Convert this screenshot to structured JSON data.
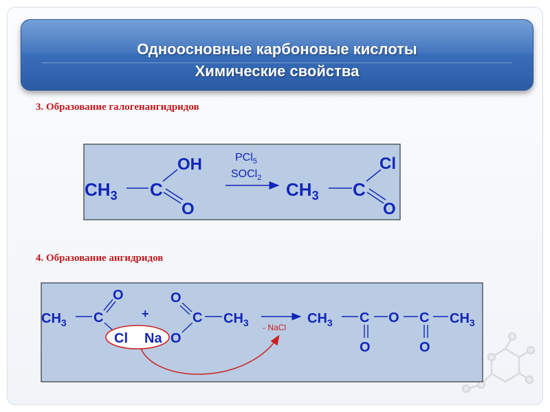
{
  "header": {
    "title_line1": "Одноосновные карбоновые кислоты",
    "title_line2": "Химические свойства"
  },
  "section3": {
    "heading": "3. Образование галогенангидридов",
    "reagent_pcl": "PCl",
    "reagent_pcl_sub": "5",
    "reagent_socl": "SOCl",
    "reagent_socl_sub": "2",
    "left": {
      "ch": "CH",
      "ch_sub": "3",
      "c": "C",
      "oh": "OH",
      "o": "O"
    },
    "right": {
      "ch": "CH",
      "ch_sub": "3",
      "c": "C",
      "cl": "Cl",
      "o": "O"
    }
  },
  "section4": {
    "heading": "4. Образование ангидридов",
    "r1": {
      "ch": "CH",
      "ch_sub": "3",
      "c": "C",
      "o_top": "O",
      "cl": "Cl"
    },
    "plus": "+",
    "r2": {
      "o_top": "O",
      "c": "C",
      "ch": "CH",
      "ch_sub": "3",
      "na": "Na",
      "o": "O"
    },
    "byproduct": "- NaCl",
    "product": {
      "ch1": "CH",
      "ch1_sub": "3",
      "c1": "C",
      "o_mid": "O",
      "c2": "C",
      "ch2": "CH",
      "ch2_sub": "3",
      "o1": "O",
      "o2": "O"
    }
  },
  "colors": {
    "heading": "#c0181c",
    "formula": "#1226b8",
    "box_bg": "#b9cce4",
    "box_border": "#33373d",
    "curve_arrow": "#cc1f1f"
  }
}
